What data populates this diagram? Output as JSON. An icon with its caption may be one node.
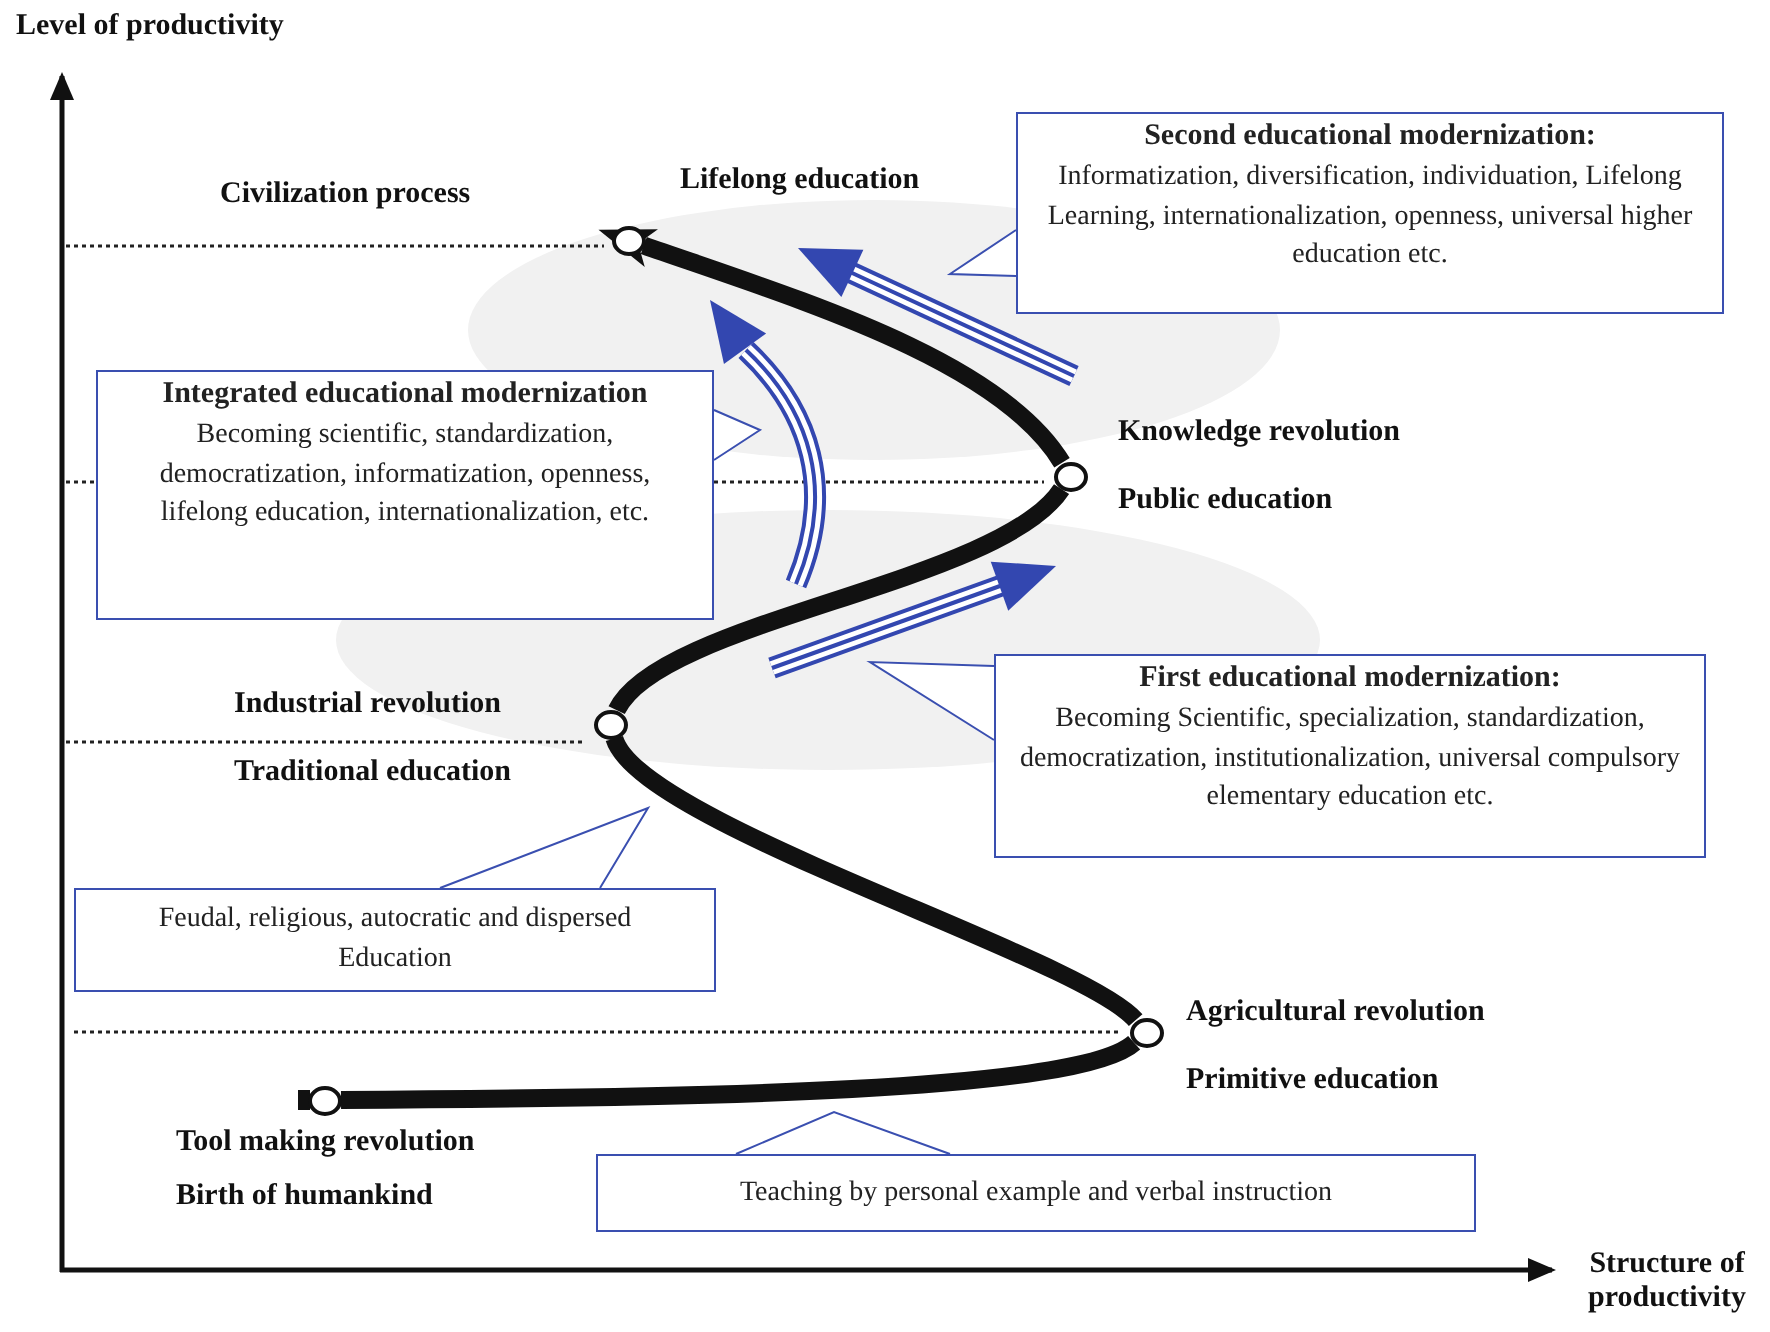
{
  "diagram": {
    "nodes": [
      {
        "text": [],
        "shape": "circle"
      },
      {
        "text": [],
        "shape": "circle",
        "beside": [
          "Knowledge revolution",
          "Public education"
        ]
      },
      {
        "text": [],
        "shape": "circle",
        "beside": [
          "Industrial revolution",
          "Traditional education"
        ]
      },
      {
        "text": [],
        "shape": "circle",
        "beside": [
          "Agricultural revolution",
          "Primitive education"
        ]
      },
      {
        "text": [],
        "shape": "circle",
        "beside": [
          "Tool making revolution",
          "Birth of humankind"
        ]
      },
      {
        "text": [
          "Second educational modernization:",
          "Informatization, diversification, individuation, Lifelong Learning, internationalization, openness, universal higher education etc."
        ]
      },
      {
        "text": [
          "Integrated educational modernization",
          "Becoming scientific, standardization, democratization, informatization, openness, lifelong education, internationalization, etc."
        ]
      },
      {
        "text": [
          "First educational modernization:",
          "Becoming Scientific, specialization, standardization, democratization, institutionalization, universal compulsory elementary education etc."
        ]
      },
      {
        "text": [
          "Feudal, religious, autocratic and dispersed Education"
        ]
      },
      {
        "text": [
          "Teaching by personal example and verbal instruction"
        ]
      }
    ],
    "edges": [
      {
        "from": 4,
        "to": 3,
        "arrow": "none"
      },
      {
        "from": 3,
        "to": 2,
        "arrow": "none"
      },
      {
        "from": 2,
        "to": 1,
        "arrow": "none"
      },
      {
        "from": 1,
        "to": 0,
        "arrow": "to"
      }
    ],
    "labels": [
      "Level of productivity",
      "Civilization process",
      "Lifelong education",
      "Structure of productivity"
    ]
  }
}
